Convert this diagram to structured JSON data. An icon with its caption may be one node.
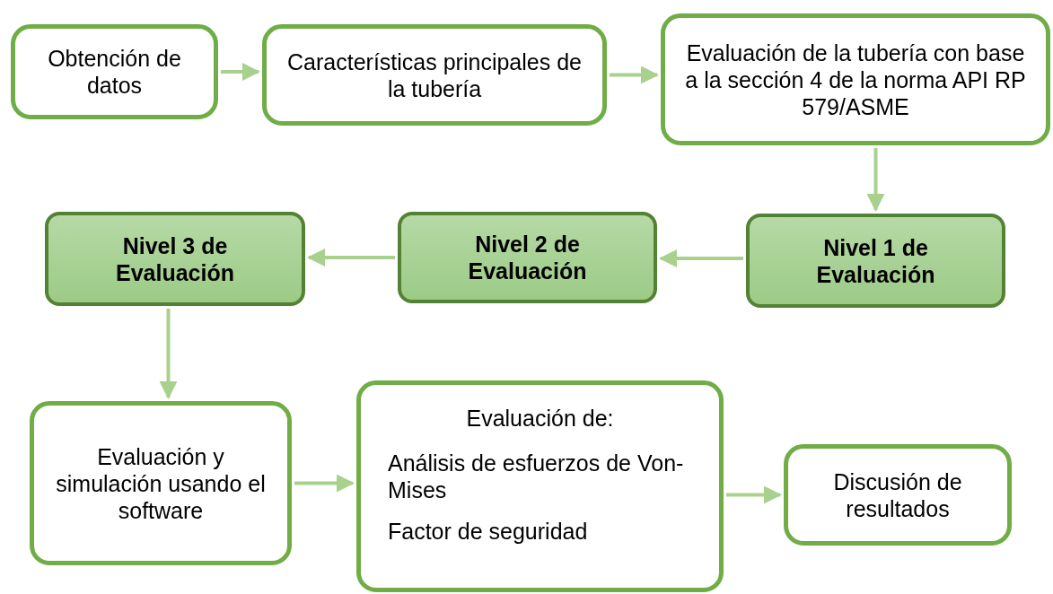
{
  "diagram": {
    "nodes": [
      {
        "text": [
          "Obtención de datos"
        ]
      },
      {
        "text": [
          "Características principales de la tubería"
        ]
      },
      {
        "text": [
          "Evaluación de la tubería con base a la sección 4 de la norma API RP 579/ASME"
        ]
      },
      {
        "text": [
          "Nivel 3 de Evaluación"
        ]
      },
      {
        "text": [
          "Nivel 2 de Evaluación"
        ]
      },
      {
        "text": [
          "Nivel 1 de Evaluación"
        ]
      },
      {
        "text": [
          "Evaluación y simulación usando el software"
        ]
      },
      {
        "text": [
          "Evaluación de:",
          "Análisis de esfuerzos de Von-Mises",
          "Factor de seguridad"
        ]
      },
      {
        "text": [
          "Discusión de resultados"
        ]
      }
    ],
    "edges": [
      {
        "from": 0,
        "to": 1,
        "arrow": "to"
      },
      {
        "from": 1,
        "to": 2,
        "arrow": "to"
      },
      {
        "from": 2,
        "to": 5,
        "arrow": "to"
      },
      {
        "from": 5,
        "to": 4,
        "arrow": "to"
      },
      {
        "from": 4,
        "to": 3,
        "arrow": "to"
      },
      {
        "from": 3,
        "to": 6,
        "arrow": "to"
      },
      {
        "from": 6,
        "to": 7,
        "arrow": "to"
      },
      {
        "from": 7,
        "to": 8,
        "arrow": "to"
      }
    ]
  }
}
